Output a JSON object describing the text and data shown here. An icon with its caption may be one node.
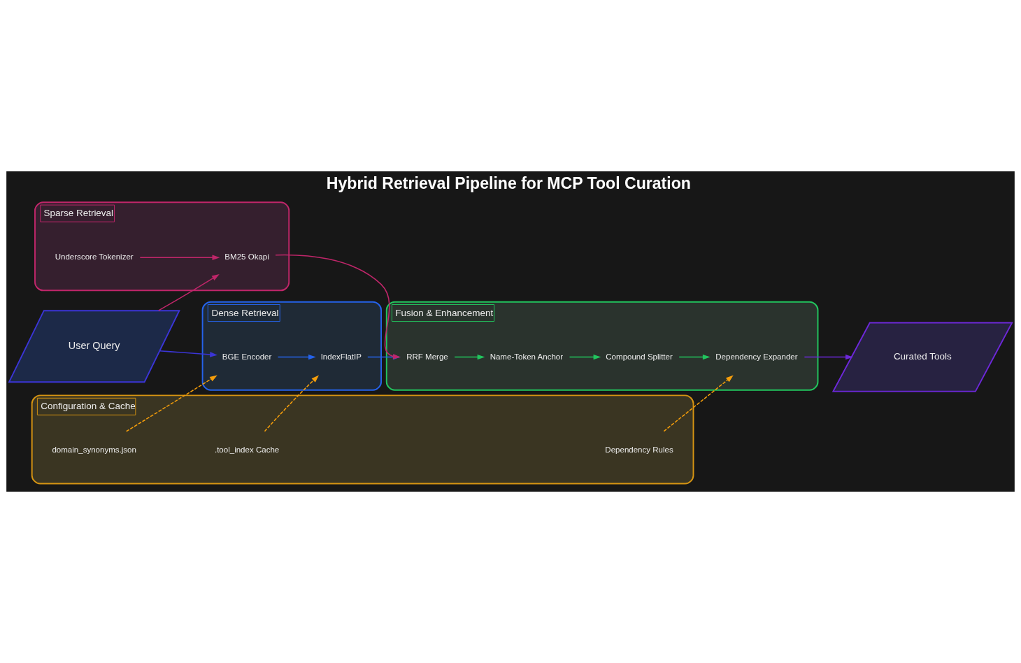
{
  "diagram": {
    "title": "Hybrid Retrieval Pipeline for MCP Tool Curation",
    "nodes": [
      {
        "text": [
          "User Query"
        ]
      },
      {
        "text": [
          "Dense Retrieval"
        ]
      },
      {
        "text": [
          "BGE Encoder"
        ],
        "in": 1
      },
      {
        "text": [
          "IndexFlatIP"
        ],
        "in": 1
      },
      {
        "text": [
          "Sparse Retrieval"
        ]
      },
      {
        "text": [
          "Underscore Tokenizer"
        ],
        "in": 4
      },
      {
        "text": [
          "BM25 Okapi"
        ],
        "in": 4
      },
      {
        "text": [
          "Fusion & Enhancement"
        ]
      },
      {
        "text": [
          "RRF Merge"
        ],
        "in": 7
      },
      {
        "text": [
          "Name-Token Anchor"
        ],
        "in": 7
      },
      {
        "text": [
          "Compound Splitter"
        ],
        "in": 7
      },
      {
        "text": [
          "Dependency Expander"
        ],
        "in": 7
      },
      {
        "text": [
          "Curated Tools"
        ]
      },
      {
        "text": [
          "Configuration & Cache"
        ]
      },
      {
        "text": [
          "domain_synonyms.json"
        ],
        "in": 13
      },
      {
        "text": [
          ".tool_index Cache"
        ],
        "in": 13
      },
      {
        "text": [
          "Dependency Rules"
        ],
        "in": 13
      }
    ],
    "edges": [
      {
        "from": 0,
        "to": 2,
        "arrow": "to",
        "color": "#3b35d6"
      },
      {
        "from": 2,
        "to": 3,
        "arrow": "to",
        "color": "#2563eb"
      },
      {
        "from": 3,
        "to": 8,
        "arrow": "to",
        "color": "#2563eb"
      },
      {
        "from": 0,
        "to": 6,
        "arrow": "to",
        "color": "#c0266a"
      },
      {
        "from": 5,
        "to": 6,
        "arrow": "to",
        "color": "#c0266a"
      },
      {
        "from": 6,
        "to": 8,
        "arrow": "to",
        "color": "#c0266a"
      },
      {
        "from": 8,
        "to": 9,
        "arrow": "to",
        "color": "#22c55e"
      },
      {
        "from": 9,
        "to": 10,
        "arrow": "to",
        "color": "#22c55e"
      },
      {
        "from": 10,
        "to": 11,
        "arrow": "to",
        "color": "#22c55e"
      },
      {
        "from": 11,
        "to": 12,
        "arrow": "to",
        "color": "#6d28d9"
      },
      {
        "from": 14,
        "to": 2,
        "arrow": "to",
        "style": "dashed",
        "color": "#f59e0b"
      },
      {
        "from": 15,
        "to": 3,
        "arrow": "to",
        "style": "dashed",
        "color": "#f59e0b"
      },
      {
        "from": 16,
        "to": 11,
        "arrow": "to",
        "style": "dashed",
        "color": "#f59e0b"
      }
    ]
  }
}
